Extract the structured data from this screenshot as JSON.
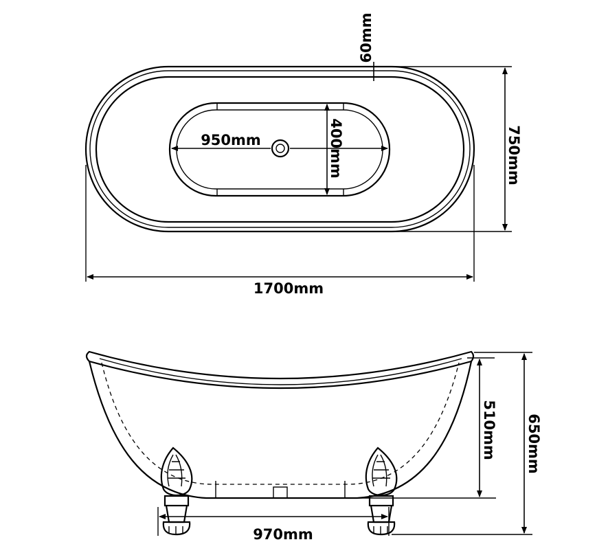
{
  "top_view": {
    "length_label": "1700mm",
    "width_label": "750mm",
    "rim_label": "60mm",
    "basin_length_label": "950mm",
    "basin_width_label": "400mm"
  },
  "side_view": {
    "inner_depth_label": "510mm",
    "total_height_label": "650mm",
    "leg_span_label": "970mm"
  }
}
